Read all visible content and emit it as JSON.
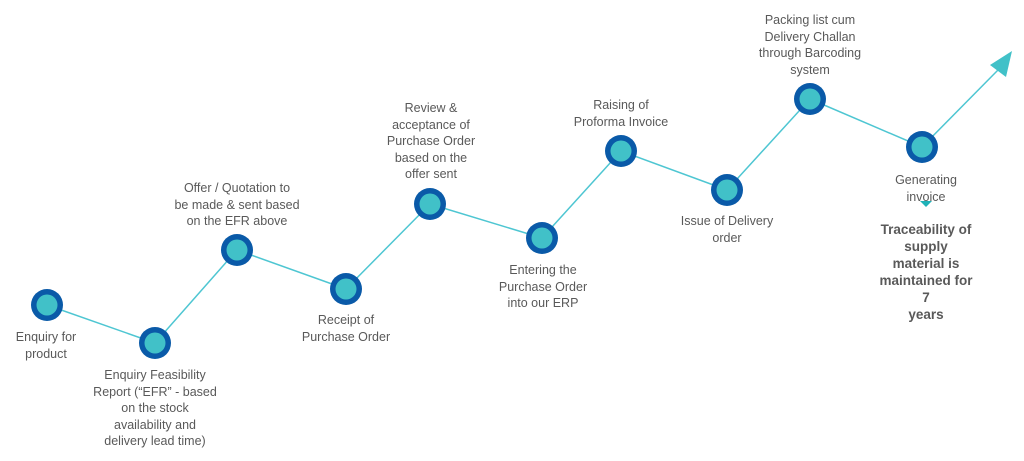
{
  "title": "Order-to-invoice process flow",
  "colors": {
    "line": "#4ec6d2",
    "node_ring": "#0a5aa8",
    "node_fill": "#41c1c8",
    "arrow": "#41c1c8",
    "text": "#595959",
    "pointer": "#1fb2b8"
  },
  "steps": [
    {
      "label": "Enquiry for\nproduct"
    },
    {
      "label": "Enquiry Feasibility\nReport (“EFR” - based\non the stock\navailability and\ndelivery lead time)"
    },
    {
      "label": "Offer / Quotation to\nbe made & sent based\non the EFR above"
    },
    {
      "label": "Receipt of\nPurchase Order"
    },
    {
      "label": "Review &\nacceptance of\nPurchase Order\nbased on the\noffer sent"
    },
    {
      "label": "Entering the\nPurchase Order\ninto our ERP"
    },
    {
      "label": "Raising of\nProforma Invoice"
    },
    {
      "label": "Issue of Delivery\norder"
    },
    {
      "label": "Packing list cum\nDelivery Challan\nthrough Barcoding\nsystem"
    },
    {
      "label": "Generating invoice"
    }
  ],
  "note": "Traceability of\nsupply material is\nmaintained for 7\nyears"
}
